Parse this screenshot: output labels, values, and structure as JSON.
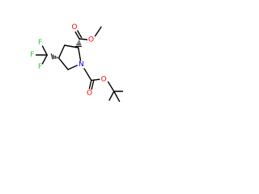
{
  "molecule": {
    "atoms": {
      "carbonyl_o_top": {
        "label": "O",
        "color": "#ff0000"
      },
      "ester_o": {
        "label": "O",
        "color": "#ff0000"
      },
      "ring_n": {
        "label": "N",
        "color": "#0000ff"
      },
      "boc_carbonyl_o": {
        "label": "O",
        "color": "#ff0000"
      },
      "boc_o": {
        "label": "O",
        "color": "#ff0000"
      },
      "f_left": {
        "label": "F",
        "color": "#33cc33"
      },
      "f_top": {
        "label": "F",
        "color": "#33cc33"
      },
      "f_bottom": {
        "label": "F",
        "color": "#33cc33"
      }
    },
    "colors": {
      "bond": "#000000",
      "oxygen": "#ff0000",
      "nitrogen": "#0000ff",
      "fluorine": "#33cc33"
    }
  }
}
